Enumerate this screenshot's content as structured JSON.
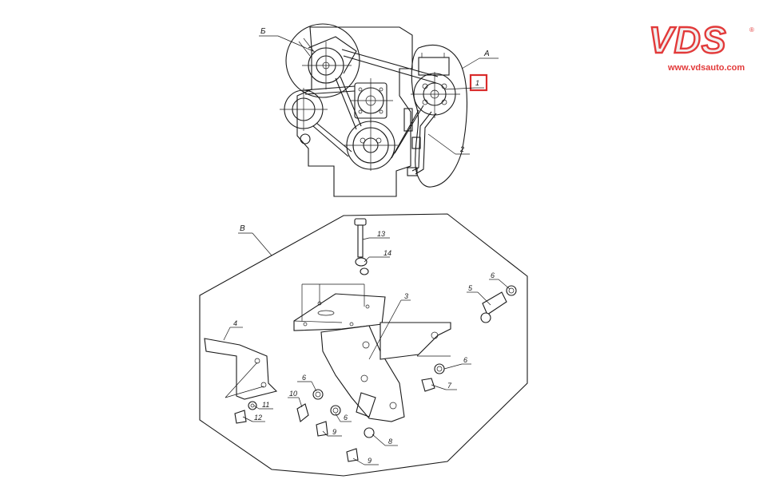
{
  "logo": {
    "brand": "VDS",
    "registered": "®",
    "url": "www.vdsauto.com",
    "accent": "#e23a3a"
  },
  "upper_view": {
    "label_b": "Б",
    "label_a": "А",
    "callout_1": "1",
    "callout_2": "2",
    "highlight_color": "#d92b2b"
  },
  "lower_view": {
    "label_v": "В",
    "parts": [
      "13",
      "14",
      "3",
      "5",
      "6",
      "4",
      "6",
      "6",
      "7",
      "10",
      "11",
      "12",
      "6",
      "9",
      "8",
      "9"
    ]
  }
}
